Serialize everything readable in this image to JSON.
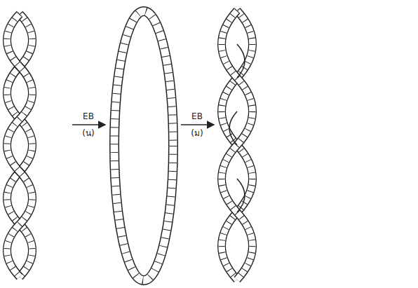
{
  "diagram": {
    "labels": [
      "EB",
      "(น)",
      "EB",
      "(ม)"
    ]
  }
}
